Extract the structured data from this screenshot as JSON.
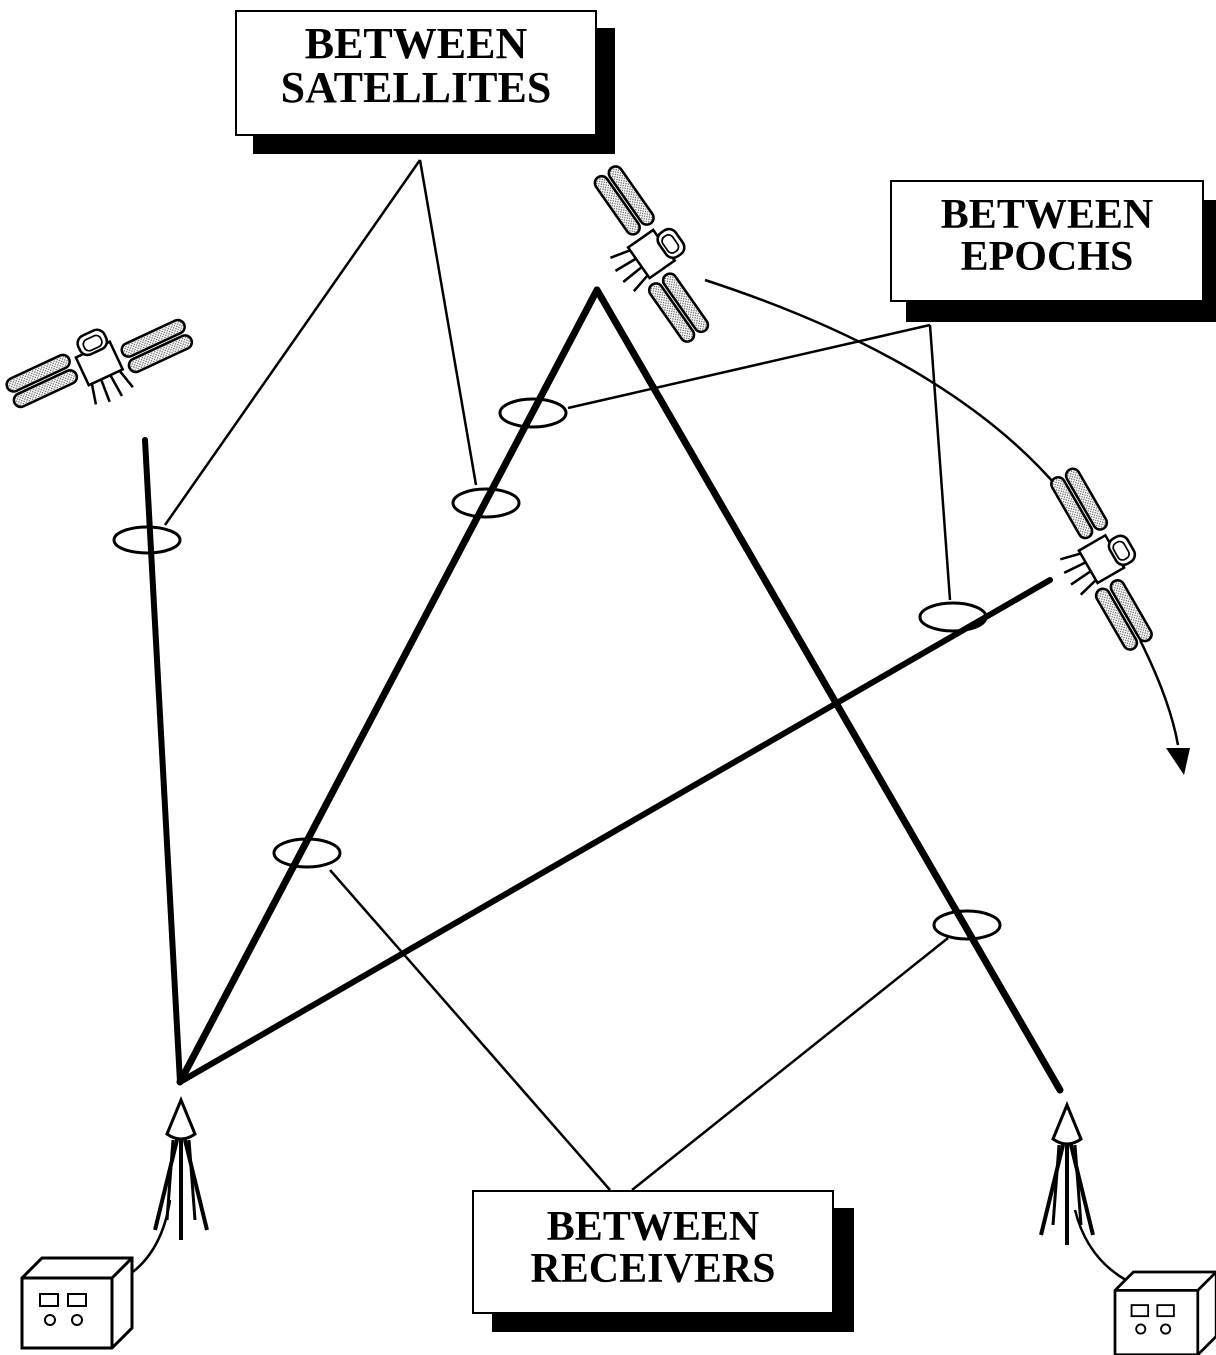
{
  "labels": {
    "between_satellites": {
      "line1": "BETWEEN",
      "line2": "SATELLITES"
    },
    "between_epochs": {
      "line1": "BETWEEN",
      "line2": "EPOCHS"
    },
    "between_receivers": {
      "line1": "BETWEEN",
      "line2": "RECEIVERS"
    }
  },
  "icons": [
    "satellite-icon",
    "antenna-icon",
    "receiver-box-icon",
    "arrow-head-icon"
  ],
  "colors": {
    "ink": "#000000",
    "paper": "#ffffff",
    "panel_fill": "#cfcfcf"
  }
}
